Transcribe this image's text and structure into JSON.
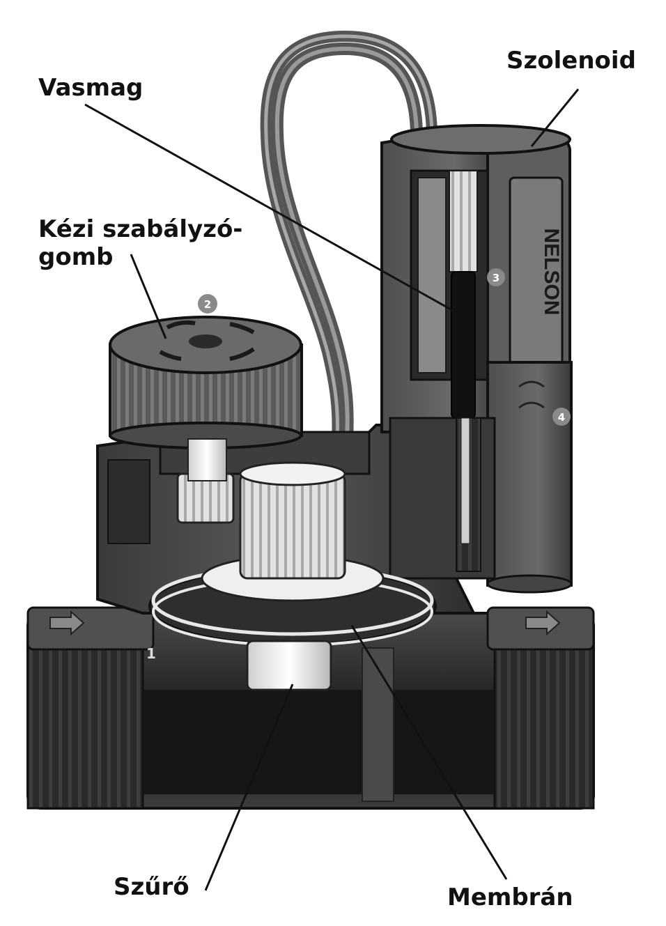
{
  "labels": {
    "szolenoid": "Szolenoid",
    "vasmag": "Vasmag",
    "kezi_line1": "Kézi szabályzó-",
    "kezi_line2": "gomb",
    "szuro": "Szűrő",
    "membran": "Membrán"
  },
  "markers": {
    "one": "1",
    "two": "2",
    "three": "3",
    "four": "4"
  },
  "nameplate": {
    "brand": "NELSON"
  }
}
